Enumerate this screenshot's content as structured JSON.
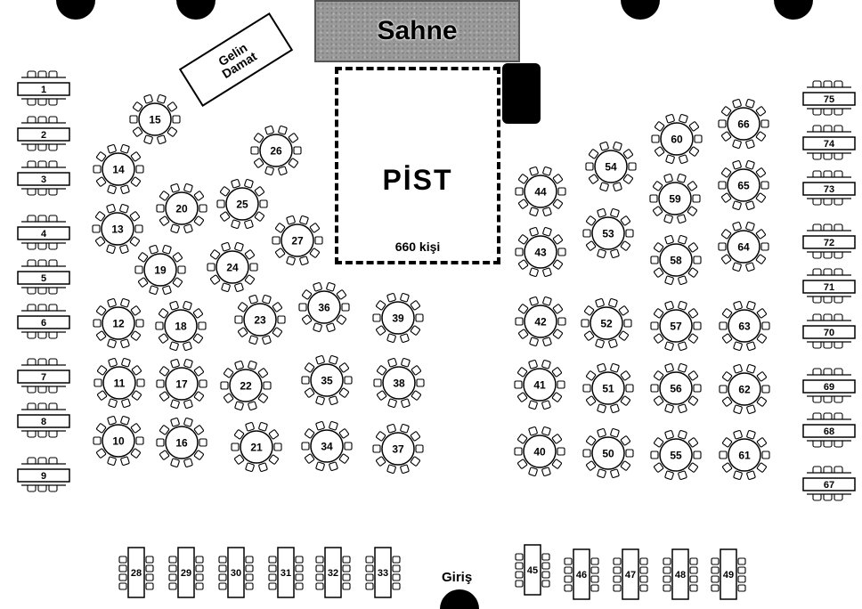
{
  "stage_label": "Sahne",
  "head_table_label": "Gelin\nDamat",
  "dance_floor_label": "PİST",
  "capacity_label": "660 kişi",
  "entrance_label": "Giriş",
  "colors": {
    "ink": "#000000",
    "stage_fill": "#9a9a9a",
    "paper": "#ffffff"
  },
  "tables": {
    "round": [
      {
        "n": "10"
      },
      {
        "n": "11"
      },
      {
        "n": "12"
      },
      {
        "n": "13"
      },
      {
        "n": "14"
      },
      {
        "n": "15"
      },
      {
        "n": "16"
      },
      {
        "n": "17"
      },
      {
        "n": "18"
      },
      {
        "n": "19"
      },
      {
        "n": "20"
      },
      {
        "n": "21"
      },
      {
        "n": "22"
      },
      {
        "n": "23"
      },
      {
        "n": "24"
      },
      {
        "n": "25"
      },
      {
        "n": "26"
      },
      {
        "n": "27"
      },
      {
        "n": "34"
      },
      {
        "n": "35"
      },
      {
        "n": "36"
      },
      {
        "n": "37"
      },
      {
        "n": "38"
      },
      {
        "n": "39"
      },
      {
        "n": "40"
      },
      {
        "n": "41"
      },
      {
        "n": "42"
      },
      {
        "n": "43"
      },
      {
        "n": "44"
      },
      {
        "n": "50"
      },
      {
        "n": "51"
      },
      {
        "n": "52"
      },
      {
        "n": "53"
      },
      {
        "n": "54"
      },
      {
        "n": "55"
      },
      {
        "n": "56"
      },
      {
        "n": "57"
      },
      {
        "n": "58"
      },
      {
        "n": "59"
      },
      {
        "n": "60"
      },
      {
        "n": "61"
      },
      {
        "n": "62"
      },
      {
        "n": "63"
      },
      {
        "n": "64"
      },
      {
        "n": "65"
      },
      {
        "n": "66"
      }
    ],
    "side_rect": [
      {
        "n": "1"
      },
      {
        "n": "2"
      },
      {
        "n": "3"
      },
      {
        "n": "4"
      },
      {
        "n": "5"
      },
      {
        "n": "6"
      },
      {
        "n": "7"
      },
      {
        "n": "8"
      },
      {
        "n": "9"
      },
      {
        "n": "75"
      },
      {
        "n": "74"
      },
      {
        "n": "73"
      },
      {
        "n": "72"
      },
      {
        "n": "71"
      },
      {
        "n": "70"
      },
      {
        "n": "69"
      },
      {
        "n": "68"
      },
      {
        "n": "67"
      }
    ],
    "bottom_rect": [
      {
        "n": "28"
      },
      {
        "n": "29"
      },
      {
        "n": "30"
      },
      {
        "n": "31"
      },
      {
        "n": "32"
      },
      {
        "n": "33"
      },
      {
        "n": "45"
      },
      {
        "n": "46"
      },
      {
        "n": "47"
      },
      {
        "n": "48"
      },
      {
        "n": "49"
      }
    ]
  }
}
